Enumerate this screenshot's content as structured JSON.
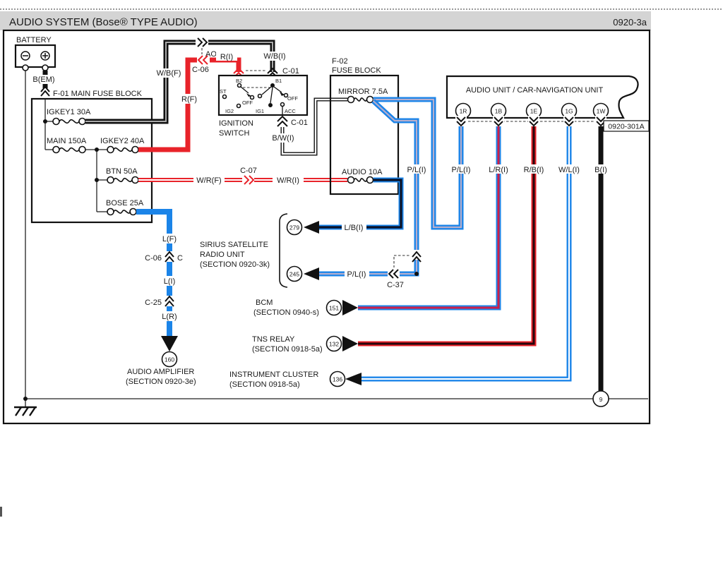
{
  "header": {
    "title": "AUDIO SYSTEM (Bose® TYPE AUDIO)",
    "page_ref": "0920-3a"
  },
  "battery": {
    "label": "BATTERY",
    "wire": "B(EM)"
  },
  "f01": {
    "title": "F-01 MAIN FUSE BLOCK",
    "fuses": [
      "IGKEY1 30A",
      "MAIN 150A",
      "IGKEY2 40A",
      "BTN 50A",
      "BOSE 25A"
    ]
  },
  "ignition": {
    "line1": "IGNITION",
    "line2": "SWITCH",
    "b2": "B2",
    "b1": "B1",
    "st": "ST",
    "off_left": "OFF",
    "off_right": "OFF",
    "ig2": "IG2",
    "ig1": "IG1",
    "acc": "ACC"
  },
  "f02": {
    "line1": "F-02",
    "line2": "FUSE BLOCK",
    "fuse_mirror": "MIRROR 7.5A",
    "fuse_audio": "AUDIO 10A"
  },
  "audio_unit": {
    "title": "AUDIO UNIT / CAR-NAVIGATION UNIT",
    "pins": [
      "1R",
      "1B",
      "1E",
      "1G",
      "1W"
    ],
    "connector_ref": "0920-301A"
  },
  "wire_labels": {
    "wbf": "W/B(F)",
    "wbi": "W/B(I)",
    "ao": "AO",
    "ri": "R(I)",
    "rf": "R(F)",
    "bwi": "B/W(I)",
    "wrf": "W/R(F)",
    "wri": "W/R(I)",
    "pli": "P/L(I)",
    "lbi": "L/B(I)",
    "lri": "L/R(I)",
    "rbi": "R/B(I)",
    "wli": "W/L(I)",
    "bi": "B(I)",
    "lf": "L(F)",
    "li": "L(I)",
    "lr": "L(R)"
  },
  "connectors": {
    "c06": "C-06",
    "c06_c": "C",
    "c01": "C-01",
    "c07": "C-07",
    "c25": "C-25",
    "c37": "C-37"
  },
  "sirius": {
    "line1": "SIRIUS SATELLITE",
    "line2": "RADIO UNIT",
    "line3": "(SECTION 0920-3k)",
    "pin_top": "279",
    "pin_bottom": "245"
  },
  "bcm": {
    "name": "BCM",
    "section": "(SECTION 0940-s)",
    "pin": "151"
  },
  "tns": {
    "name": "TNS RELAY",
    "section": "(SECTION 0918-5a)",
    "pin": "132"
  },
  "cluster": {
    "name": "INSTRUMENT CLUSTER",
    "section": "(SECTION 0918-5a)",
    "pin": "136"
  },
  "amplifier": {
    "name": "AUDIO AMPLIFIER",
    "section": "(SECTION 0920-3e)",
    "pin": "160"
  },
  "ground": {
    "pin": "9"
  },
  "colors": {
    "red": "#e8232a",
    "blue": "#1b84e8",
    "wire_black": "#111111",
    "wb_core": "#a8a8a8",
    "pl_core": "#b5aecd",
    "lr_core": "#cc1f4a",
    "rb_core": "#26060c",
    "lb_core": "#0a1228",
    "header_bg": "#d4d4d4"
  }
}
